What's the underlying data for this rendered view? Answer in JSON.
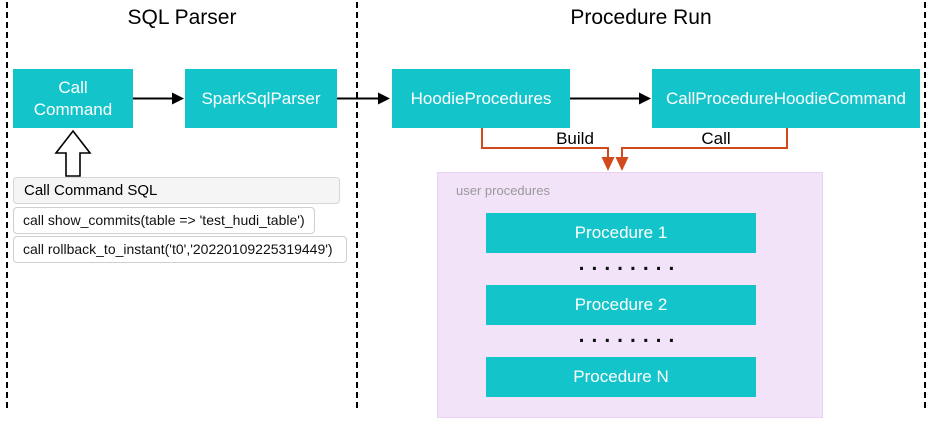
{
  "diagram": {
    "sections": [
      {
        "title": "SQL Parser"
      },
      {
        "title": "Procedure Run"
      }
    ],
    "nodes": {
      "call_command": {
        "label": "Call Command"
      },
      "spark_sql_parser": {
        "label": "SparkSqlParser"
      },
      "hoodie_procedures": {
        "label": "HoodieProcedures"
      },
      "call_procedure_hoodie_command": {
        "label": "CallProcedureHoodieCommand"
      }
    },
    "connectors": {
      "build": {
        "label": "Build"
      },
      "call": {
        "label": "Call"
      }
    },
    "sql_panel": {
      "title": "Call Command SQL",
      "statements": [
        "call show_commits(table => 'test_hudi_table')",
        "call rollback_to_instant('t0','20220109225319449')"
      ]
    },
    "user_procedures": {
      "label": "user procedures",
      "procedures": [
        "Procedure 1",
        "Procedure 2",
        "Procedure N"
      ],
      "separator_dots": "........"
    },
    "colors": {
      "node_fill": "#13c5cb",
      "connector_orange": "#d2491c",
      "procedures_panel_fill": "#f2e3f8",
      "divider_color": "#000000"
    }
  }
}
